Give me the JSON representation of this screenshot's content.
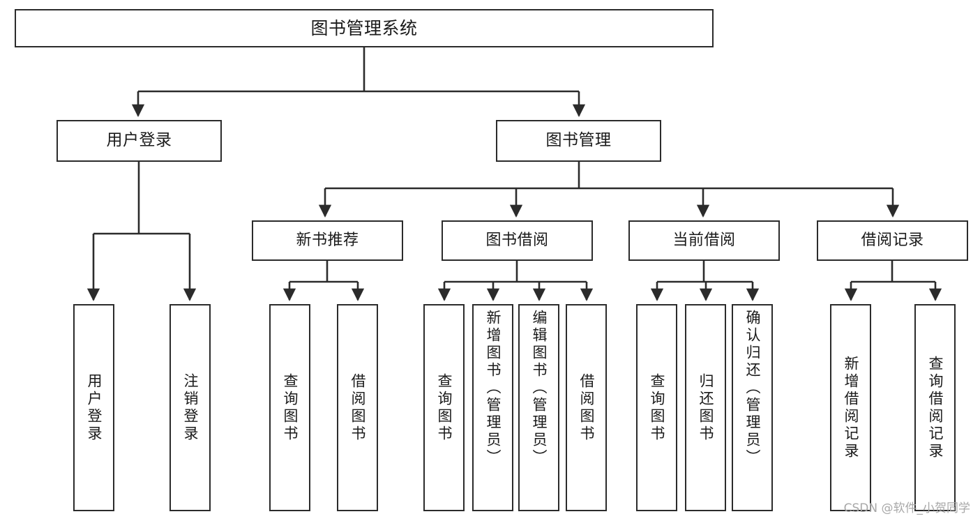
{
  "diagram": {
    "type": "tree",
    "title": "图书管理系统",
    "root": {
      "label": "图书管理系统"
    },
    "level2": [
      {
        "key": "user_login",
        "label": "用户登录"
      },
      {
        "key": "book_manage",
        "label": "图书管理"
      }
    ],
    "level3": [
      {
        "key": "new_book",
        "label": "新书推荐",
        "parent": "book_manage"
      },
      {
        "key": "borrow_book",
        "label": "图书借阅",
        "parent": "book_manage"
      },
      {
        "key": "current_borrow",
        "label": "当前借阅",
        "parent": "book_manage"
      },
      {
        "key": "borrow_record",
        "label": "借阅记录",
        "parent": "book_manage"
      }
    ],
    "leaves": [
      {
        "key": "leaf_1",
        "label": "用户登录",
        "parent": "user_login"
      },
      {
        "key": "leaf_2",
        "label": "注销登录",
        "parent": "user_login"
      },
      {
        "key": "leaf_3",
        "label": "查询图书",
        "parent": "new_book"
      },
      {
        "key": "leaf_4",
        "label": "借阅图书",
        "parent": "new_book"
      },
      {
        "key": "leaf_5",
        "label": "查询图书",
        "parent": "borrow_book"
      },
      {
        "key": "leaf_6",
        "label": "新增图书（管理员）",
        "parent": "borrow_book"
      },
      {
        "key": "leaf_7",
        "label": "编辑图书（管理员）",
        "parent": "borrow_book"
      },
      {
        "key": "leaf_8",
        "label": "借阅图书",
        "parent": "borrow_book"
      },
      {
        "key": "leaf_9",
        "label": "查询图书",
        "parent": "current_borrow"
      },
      {
        "key": "leaf_10",
        "label": "归还图书",
        "parent": "current_borrow"
      },
      {
        "key": "leaf_11",
        "label": "确认归还（管理员）",
        "parent": "current_borrow"
      },
      {
        "key": "leaf_12",
        "label": "新增借阅记录",
        "parent": "borrow_record"
      },
      {
        "key": "leaf_13",
        "label": "查询借阅记录",
        "parent": "borrow_record"
      }
    ],
    "colors": {
      "stroke": "#2b2b2b",
      "fill": "#ffffff",
      "text": "#1a1a1a",
      "watermark": "#a8a8a8"
    }
  },
  "watermark": {
    "text": "CSDN @软件_小贺同学"
  }
}
